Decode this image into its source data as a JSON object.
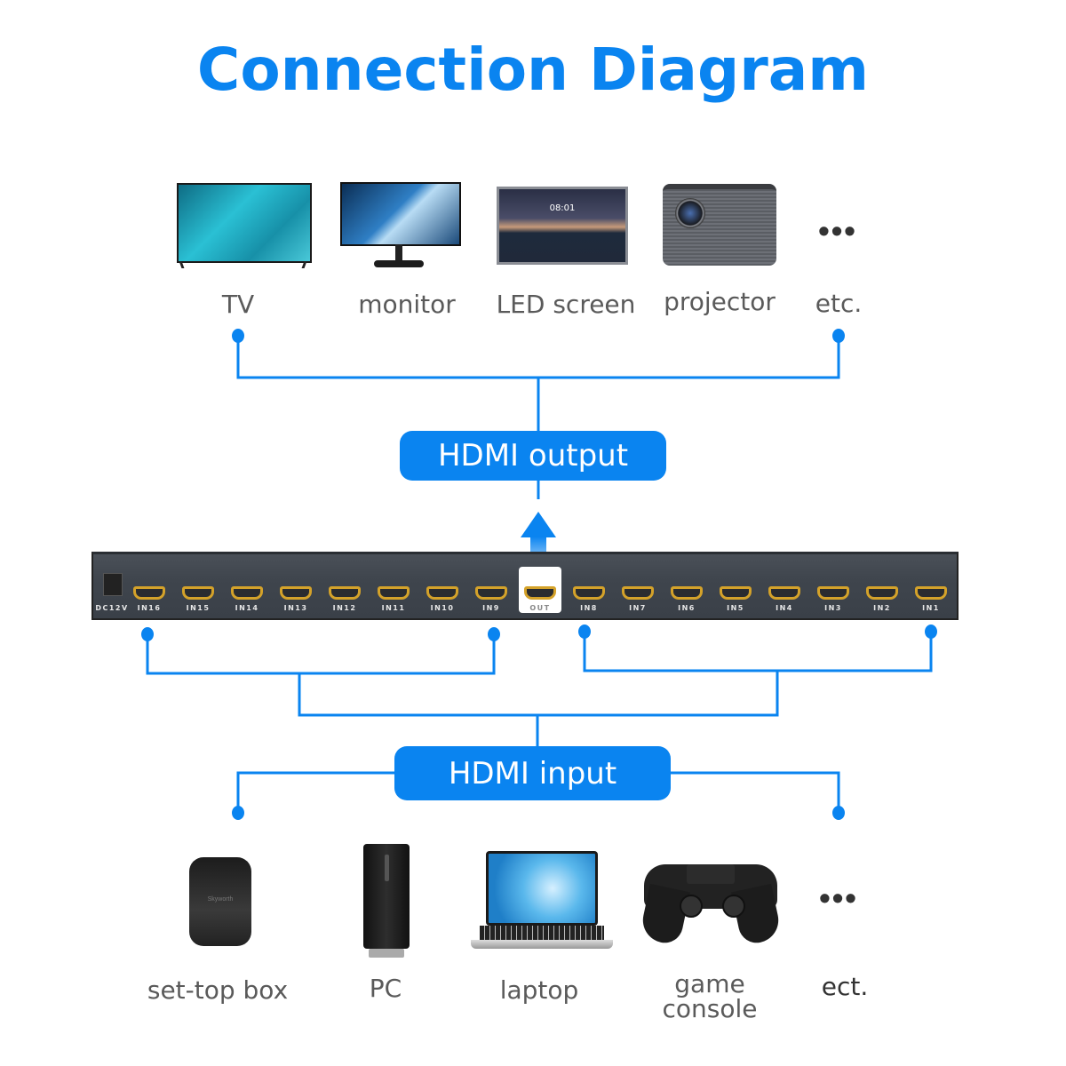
{
  "title": "Connection Diagram",
  "colors": {
    "accent": "#0a84f0",
    "label_text": "#5a5a5a",
    "switch_body": "#3f454d",
    "port_gold": "#d4a22a"
  },
  "output_section": {
    "label": "HDMI output",
    "devices": [
      {
        "name": "TV",
        "icon": "tv-icon"
      },
      {
        "name": "monitor",
        "icon": "monitor-icon"
      },
      {
        "name": "LED screen",
        "icon": "led-screen-icon",
        "screen_time": "08:01"
      },
      {
        "name": "projector",
        "icon": "projector-icon"
      },
      {
        "name": "etc.",
        "icon": "ellipsis-icon",
        "glyph": "•••"
      }
    ]
  },
  "switch": {
    "power_label": "DC12V",
    "out_label": "OUT",
    "left_ports": [
      "IN16",
      "IN15",
      "IN14",
      "IN13",
      "IN12",
      "IN11",
      "IN10",
      "IN9"
    ],
    "right_ports": [
      "IN8",
      "IN7",
      "IN6",
      "IN5",
      "IN4",
      "IN3",
      "IN2",
      "IN1"
    ]
  },
  "input_section": {
    "label": "HDMI input",
    "devices": [
      {
        "name": "set-top box",
        "icon": "set-top-box-icon",
        "brand": "Skyworth"
      },
      {
        "name": "PC",
        "icon": "pc-tower-icon"
      },
      {
        "name": "laptop",
        "icon": "laptop-icon"
      },
      {
        "name": "game console",
        "line1": "game",
        "line2": "console",
        "icon": "gamepad-icon"
      },
      {
        "name": "ect.",
        "icon": "ellipsis-icon",
        "glyph": "•••"
      }
    ]
  }
}
